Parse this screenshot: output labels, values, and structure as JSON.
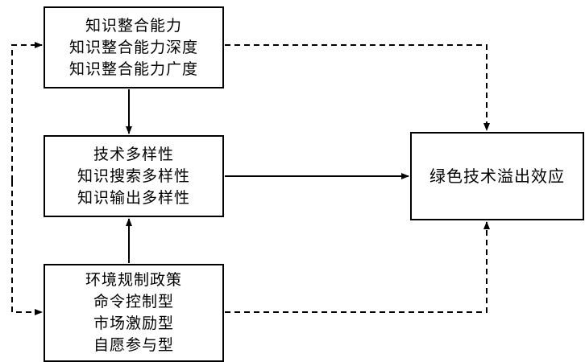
{
  "boxes": {
    "knowledge_integration": {
      "lines": [
        "知识整合能力",
        "知识整合能力深度",
        "知识整合能力广度"
      ]
    },
    "tech_diversity": {
      "lines": [
        "技术多样性",
        "知识搜索多样性",
        "知识输出多样性"
      ]
    },
    "env_regulation": {
      "lines": [
        "环境规制政策",
        "命令控制型",
        "市场激励型",
        "自愿参与型"
      ]
    },
    "spillover": {
      "lines": [
        "绿色技术溢出效应"
      ]
    }
  }
}
